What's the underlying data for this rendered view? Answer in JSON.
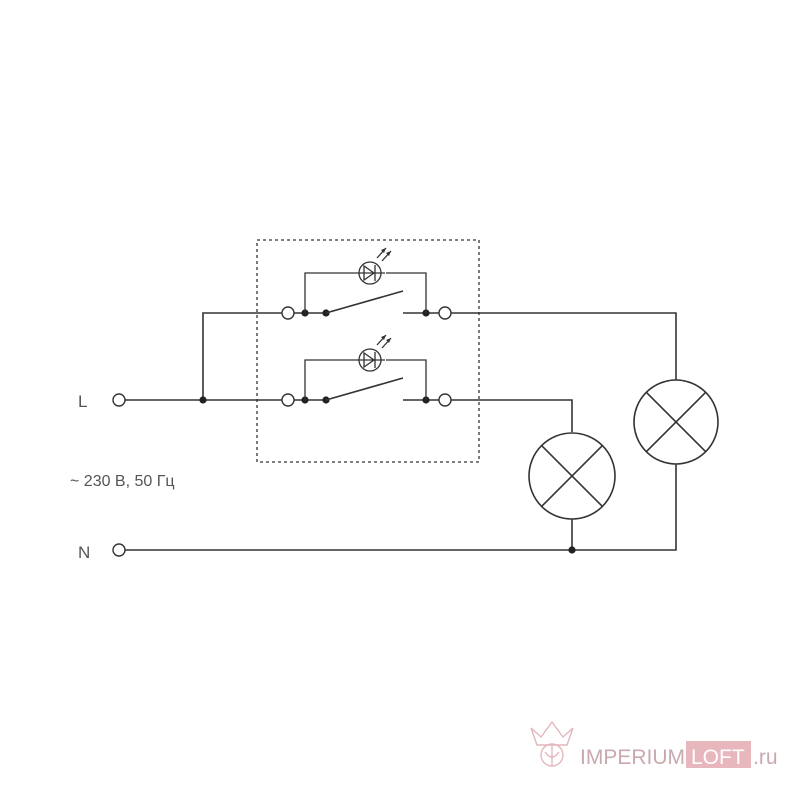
{
  "labels": {
    "line": "L",
    "neutral": "N",
    "voltage": "~ 230 В, 50 Гц"
  },
  "watermark": {
    "brand": "IMPERIUM",
    "highlight": "LOFT",
    "suffix": ".ru",
    "accent_color": "#e8b7bd"
  },
  "icons": [
    "led-icon",
    "lamp-icon",
    "switch-icon",
    "terminal-icon",
    "crown-logo"
  ]
}
